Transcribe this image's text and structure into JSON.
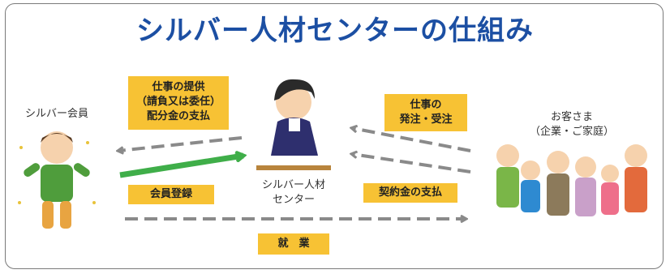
{
  "title": "シルバー人材センターの仕組み",
  "actors": {
    "member": "シルバー会員",
    "center_line1": "シルバー人材",
    "center_line2": "センター",
    "client_line1": "お客さま",
    "client_line2": "（企業・ご家庭）"
  },
  "labels": {
    "provide_line1": "仕事の提供",
    "provide_line2": "（請負又は委任）",
    "provide_line3": "配分金の支払",
    "order_line1": "仕事の",
    "order_line2": "発注・受注",
    "register": "会員登録",
    "contract_payment": "契約金の支払",
    "employment": "就　業"
  },
  "colors": {
    "title": "#1c4fa3",
    "label_box": "#f7c234",
    "dashed_arrow": "#8a8a8a",
    "register_arrow": "#3fae49"
  }
}
